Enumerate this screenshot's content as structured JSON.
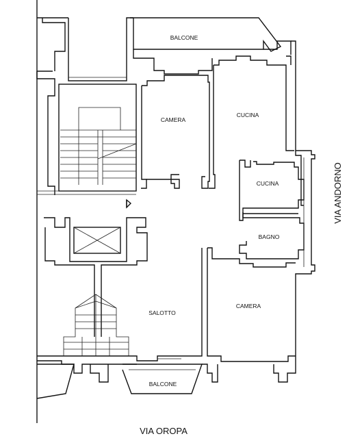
{
  "rooms": {
    "balcone_top": "BALCONE",
    "camera_top": "CAMERA",
    "cucina_main": "CUCINA",
    "cucina_small": "CUCINA",
    "bagno": "BAGNO",
    "salotto": "SALOTTO",
    "camera_bottom": "CAMERA",
    "balcone_bottom": "BALCONE"
  },
  "streets": {
    "bottom": "VIA OROPA",
    "right": "VIA ANDORNO"
  }
}
